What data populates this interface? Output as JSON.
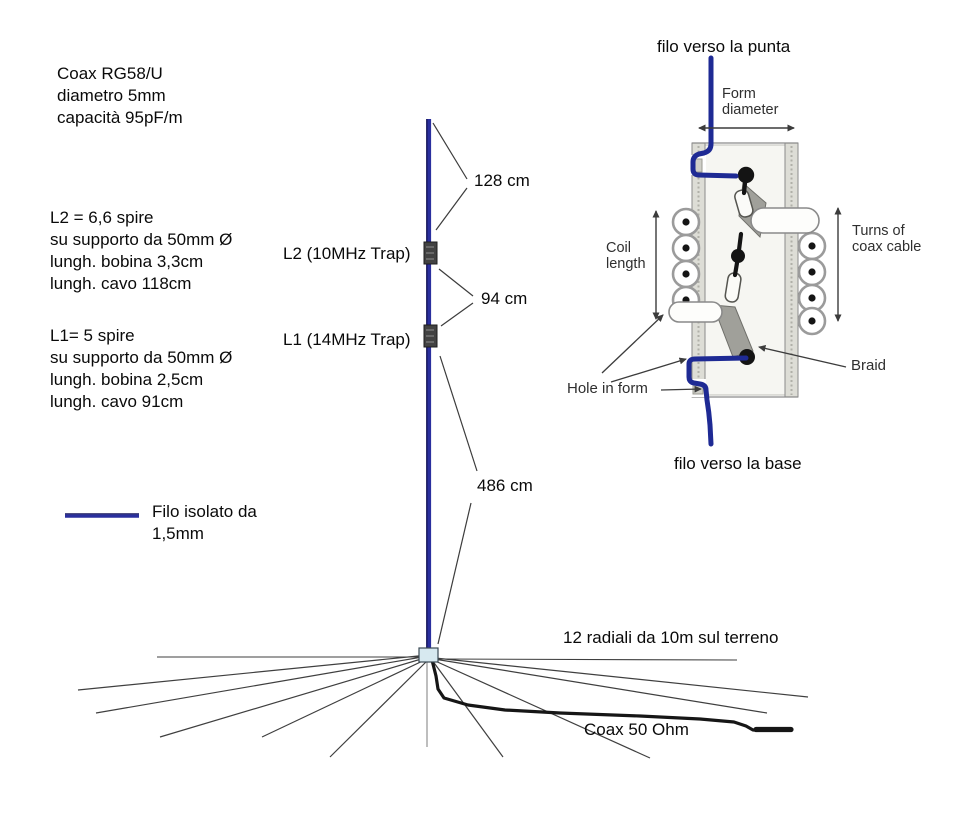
{
  "colors": {
    "wire_blue": "#2a2f9e",
    "wire_blue_dark": "#15155a",
    "detail_wire_blue": "#1e2a94",
    "coax_black": "#161616",
    "leader_gray": "#3c3c3c",
    "feedpoint_fill": "#d7e9f0"
  },
  "coax_spec": {
    "lines": [
      "Coax RG58/U",
      "diametro 5mm",
      "capacità 95pF/m"
    ]
  },
  "l2_spec": {
    "lines": [
      "L2 = 6,6 spire",
      "su supporto da 50mm Ø",
      "lungh. bobina 3,3cm",
      "lungh. cavo 118cm"
    ]
  },
  "l1_spec": {
    "lines": [
      "L1= 5 spire",
      "su supporto da 50mm Ø",
      "lungh. bobina 2,5cm",
      "lungh. cavo 91cm"
    ]
  },
  "antenna": {
    "trap_l2_label": "L2 (10MHz Trap)",
    "trap_l1_label": "L1 (14MHz Trap)",
    "segment_top": "128 cm",
    "segment_middle": "94 cm",
    "segment_bottom": "486 cm"
  },
  "legend": {
    "lines": [
      "Filo isolato da",
      "1,5mm"
    ]
  },
  "ground": {
    "radials_label": "12 radiali da 10m sul terreno",
    "coax_label": "Coax 50 Ohm"
  },
  "trap_detail": {
    "wire_to_tip": "filo verso la punta",
    "wire_to_base": "filo verso la base",
    "form_diameter": {
      "lines": [
        "Form",
        "diameter"
      ]
    },
    "coil_length": {
      "lines": [
        "Coil",
        "length"
      ]
    },
    "turns": {
      "lines": [
        "Turns of",
        "coax cable"
      ]
    },
    "braid": "Braid",
    "hole_in_form": "Hole in form"
  }
}
